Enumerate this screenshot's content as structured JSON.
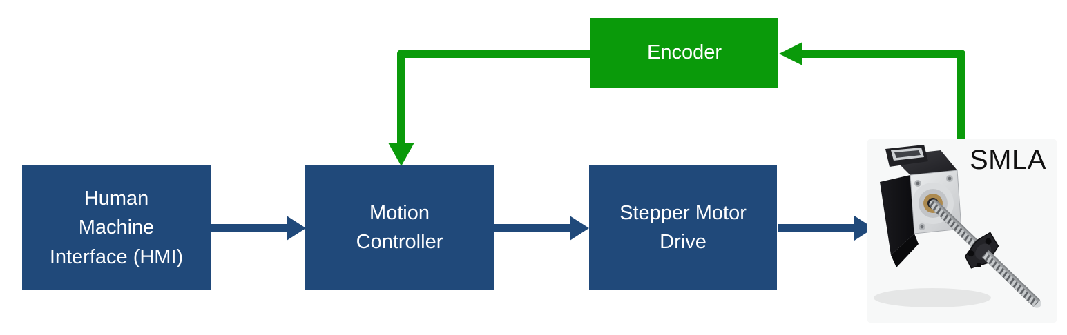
{
  "colors": {
    "box_blue": "#20497A",
    "signal_green": "#0A9A0A",
    "box_text": "#FFFFFF",
    "label_text": "#111111",
    "canvas_bg": "#FFFFFF"
  },
  "nodes": {
    "hmi": {
      "label": "Human\nMachine\nInterface (HMI)"
    },
    "motion_controller": {
      "label": "Motion\nController"
    },
    "stepper_motor_drive": {
      "label": "Stepper Motor\nDrive"
    },
    "encoder": {
      "label": "Encoder"
    },
    "smla": {
      "label": "SMLA"
    }
  },
  "edges": [
    {
      "from": "hmi",
      "to": "motion_controller",
      "color": "blue"
    },
    {
      "from": "motion_controller",
      "to": "stepper_motor_drive",
      "color": "blue"
    },
    {
      "from": "stepper_motor_drive",
      "to": "smla",
      "color": "blue"
    },
    {
      "from": "smla",
      "to": "encoder",
      "color": "green"
    },
    {
      "from": "encoder",
      "to": "motion_controller",
      "color": "green"
    }
  ]
}
